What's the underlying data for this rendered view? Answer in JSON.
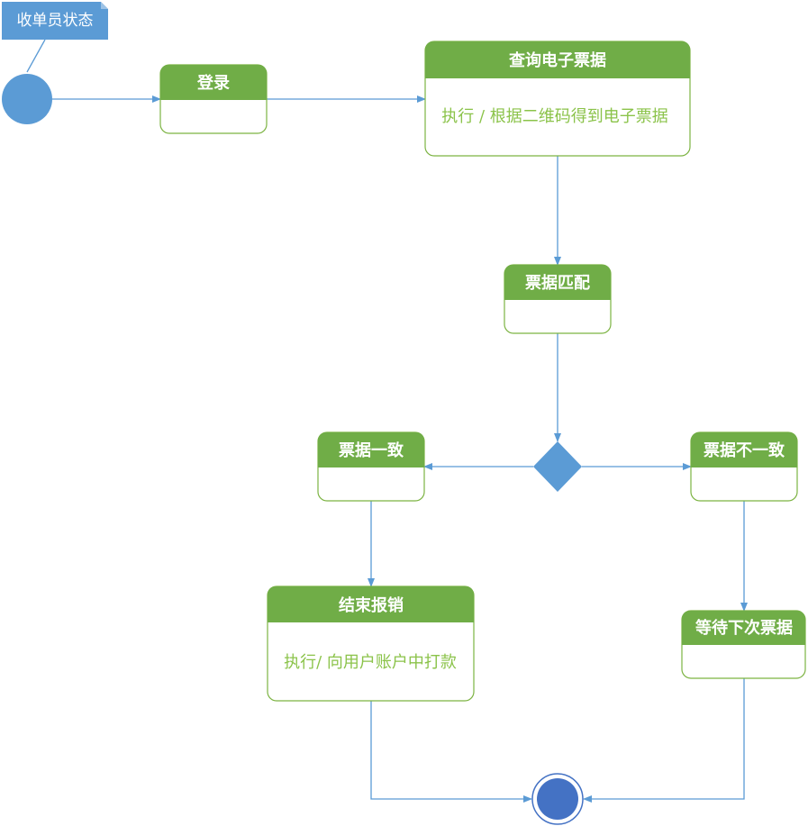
{
  "note": {
    "label": "收单员状态"
  },
  "states": {
    "login": {
      "title": "登录",
      "body": ""
    },
    "query": {
      "title": "查询电子票据",
      "body": "执行 / 根据二维码得到电子票据"
    },
    "match": {
      "title": "票据匹配",
      "body": ""
    },
    "consistent": {
      "title": "票据一致",
      "body": ""
    },
    "inconsistent": {
      "title": "票据不一致",
      "body": ""
    },
    "end_reimburse": {
      "title": "结束报销",
      "body": "执行/ 向用户账户中打款"
    },
    "wait_next": {
      "title": "等待下次票据",
      "body": ""
    }
  },
  "colors": {
    "header": "#70ad47",
    "border": "#7cb342",
    "body_text": "#8bc34a",
    "connector": "#5b9bd5",
    "start_node": "#5b9bd5",
    "end_node": "#4472c4",
    "decision": "#5b9bd5",
    "note": "#5b9bd5"
  }
}
